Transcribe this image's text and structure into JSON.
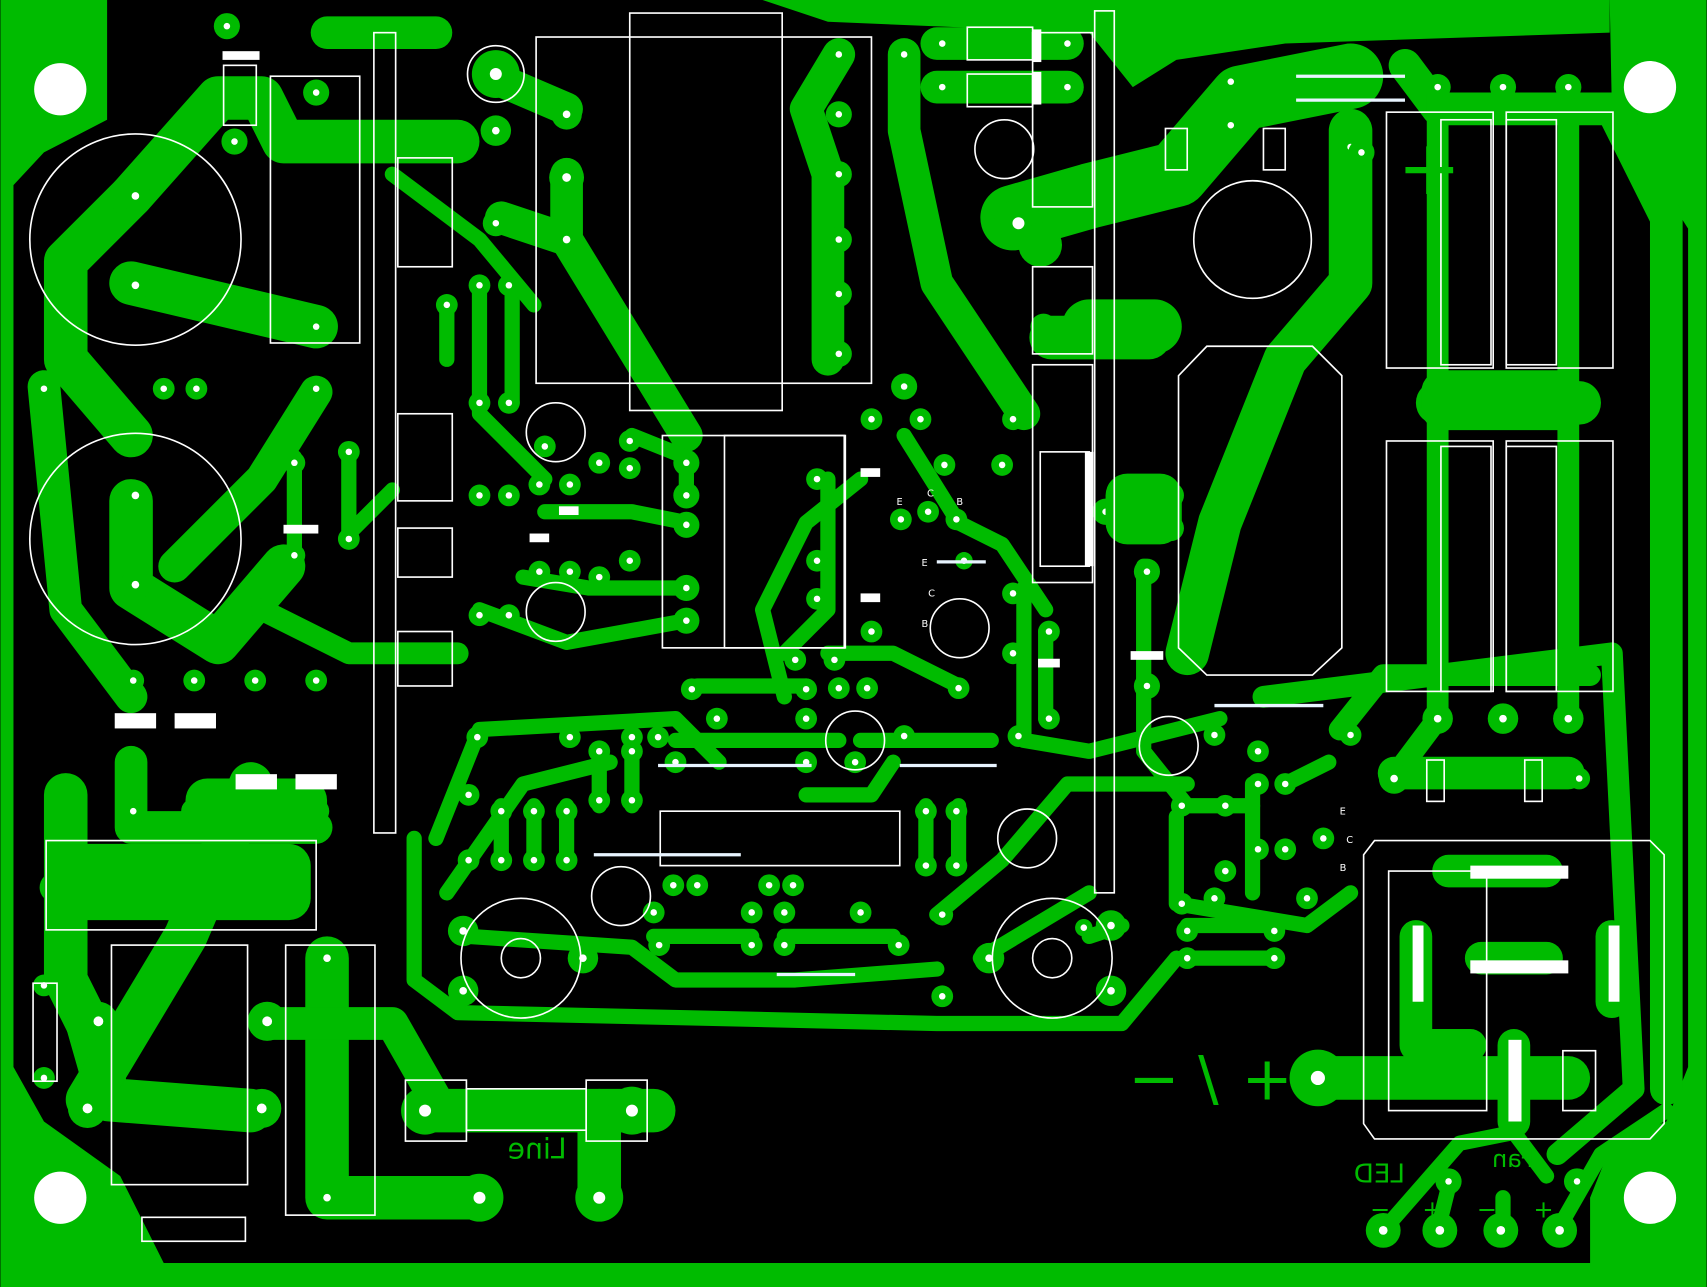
{
  "board": {
    "colors": {
      "copper": "#00bb00",
      "background": "#000000",
      "silkscreen": "#ffffff"
    },
    "labels": {
      "line": "Line",
      "led": "LED",
      "fan": "Fan",
      "led_minus": "−",
      "led_plus": "+",
      "fan_minus": "−",
      "fan_plus": "+",
      "dc_minus": "−",
      "dc_slash": "\\",
      "dc_plus": "+",
      "cap_plus": "+"
    },
    "transistor_pins": {
      "t1": [
        "E",
        "C",
        "B"
      ],
      "t2": [
        "E",
        "C",
        "B"
      ],
      "t3": [
        "E",
        "C",
        "B"
      ]
    }
  }
}
